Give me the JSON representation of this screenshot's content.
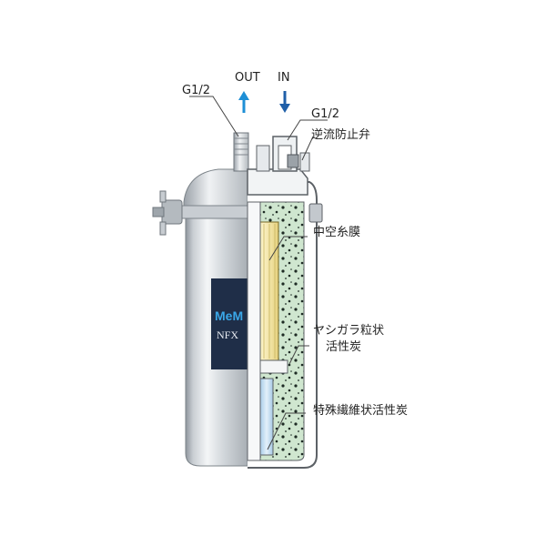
{
  "labels": {
    "out": "OUT",
    "in": "IN",
    "g12_left": "G1/2",
    "g12_right": "G1/2",
    "check_valve": "逆流防止弁",
    "hollow_fiber": "中空糸膜",
    "coconut_carbon_line1": "ヤシガラ粒状",
    "coconut_carbon_line2": "活性炭",
    "fiber_carbon": "特殊繊維状活性炭"
  },
  "product_label": {
    "brand": "MeM",
    "model": "NFX"
  },
  "colors": {
    "out_arrow": "#1e8fd6",
    "in_arrow": "#1f5fa8",
    "carbon_fill": "#cfe6cf",
    "membrane": "#f3e7a8",
    "fiber_zone": "#bfdcf1",
    "steel_light": "#eef1f3",
    "steel_dark": "#9aa1a8",
    "label_panel": "#1f2e48"
  }
}
